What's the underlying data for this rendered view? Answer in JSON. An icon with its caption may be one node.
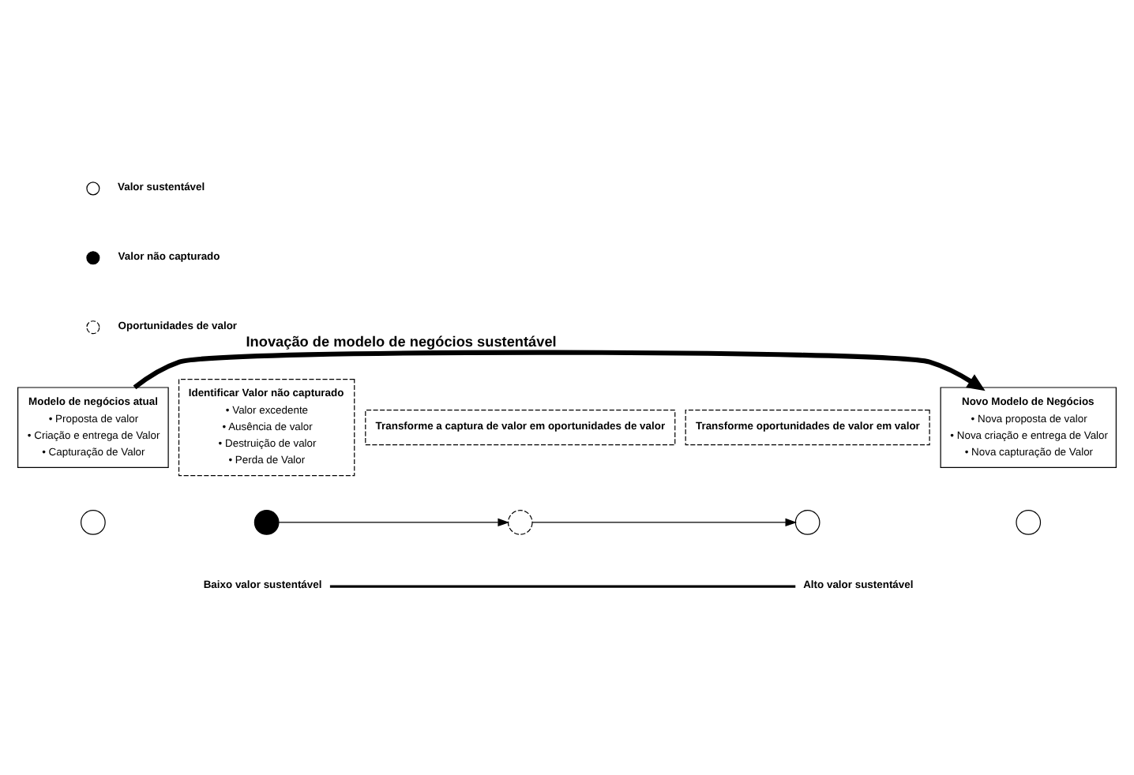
{
  "diagram": {
    "nodes": [
      {
        "text": [
          "Modelo de negócios atual",
          "• Proposta de valor",
          "• Criação e entrega de Valor",
          "• Capturação de Valor"
        ]
      },
      {
        "text": [
          "Identificar Valor não capturado",
          "• Valor excedente",
          "• Ausência de valor",
          "• Destruição de valor",
          "• Perda de Valor"
        ]
      },
      {
        "text": [
          "Transforme a captura de valor em oportunidades de valor"
        ]
      },
      {
        "text": [
          "Transforme oportunidades de valor em valor"
        ]
      },
      {
        "text": [
          "Novo Modelo de Negócios",
          "• Nova proposta de valor",
          "• Nova criação e entrega de Valor",
          "• Nova capturação de Valor"
        ]
      },
      {
        "text": [],
        "shape": "circle"
      },
      {
        "text": [],
        "shape": "circle"
      },
      {
        "text": [],
        "shape": "circle"
      },
      {
        "text": [],
        "shape": "circle"
      },
      {
        "text": [],
        "shape": "circle"
      }
    ],
    "edges": [
      {
        "from": 0,
        "to": 4,
        "arrow": "to",
        "label": "Inovação de modelo de negócios sustentável",
        "style": "thick"
      },
      {
        "from": 6,
        "to": 7,
        "arrow": "to"
      },
      {
        "from": 7,
        "to": 8,
        "arrow": "to"
      }
    ],
    "labels": [
      "Baixo valor sustentável",
      "Alto valor sustentável"
    ],
    "legend": [
      {
        "text": "Valor sustentável"
      },
      {
        "text": "Valor não capturado"
      },
      {
        "text": "Oportunidades de valor"
      }
    ]
  }
}
